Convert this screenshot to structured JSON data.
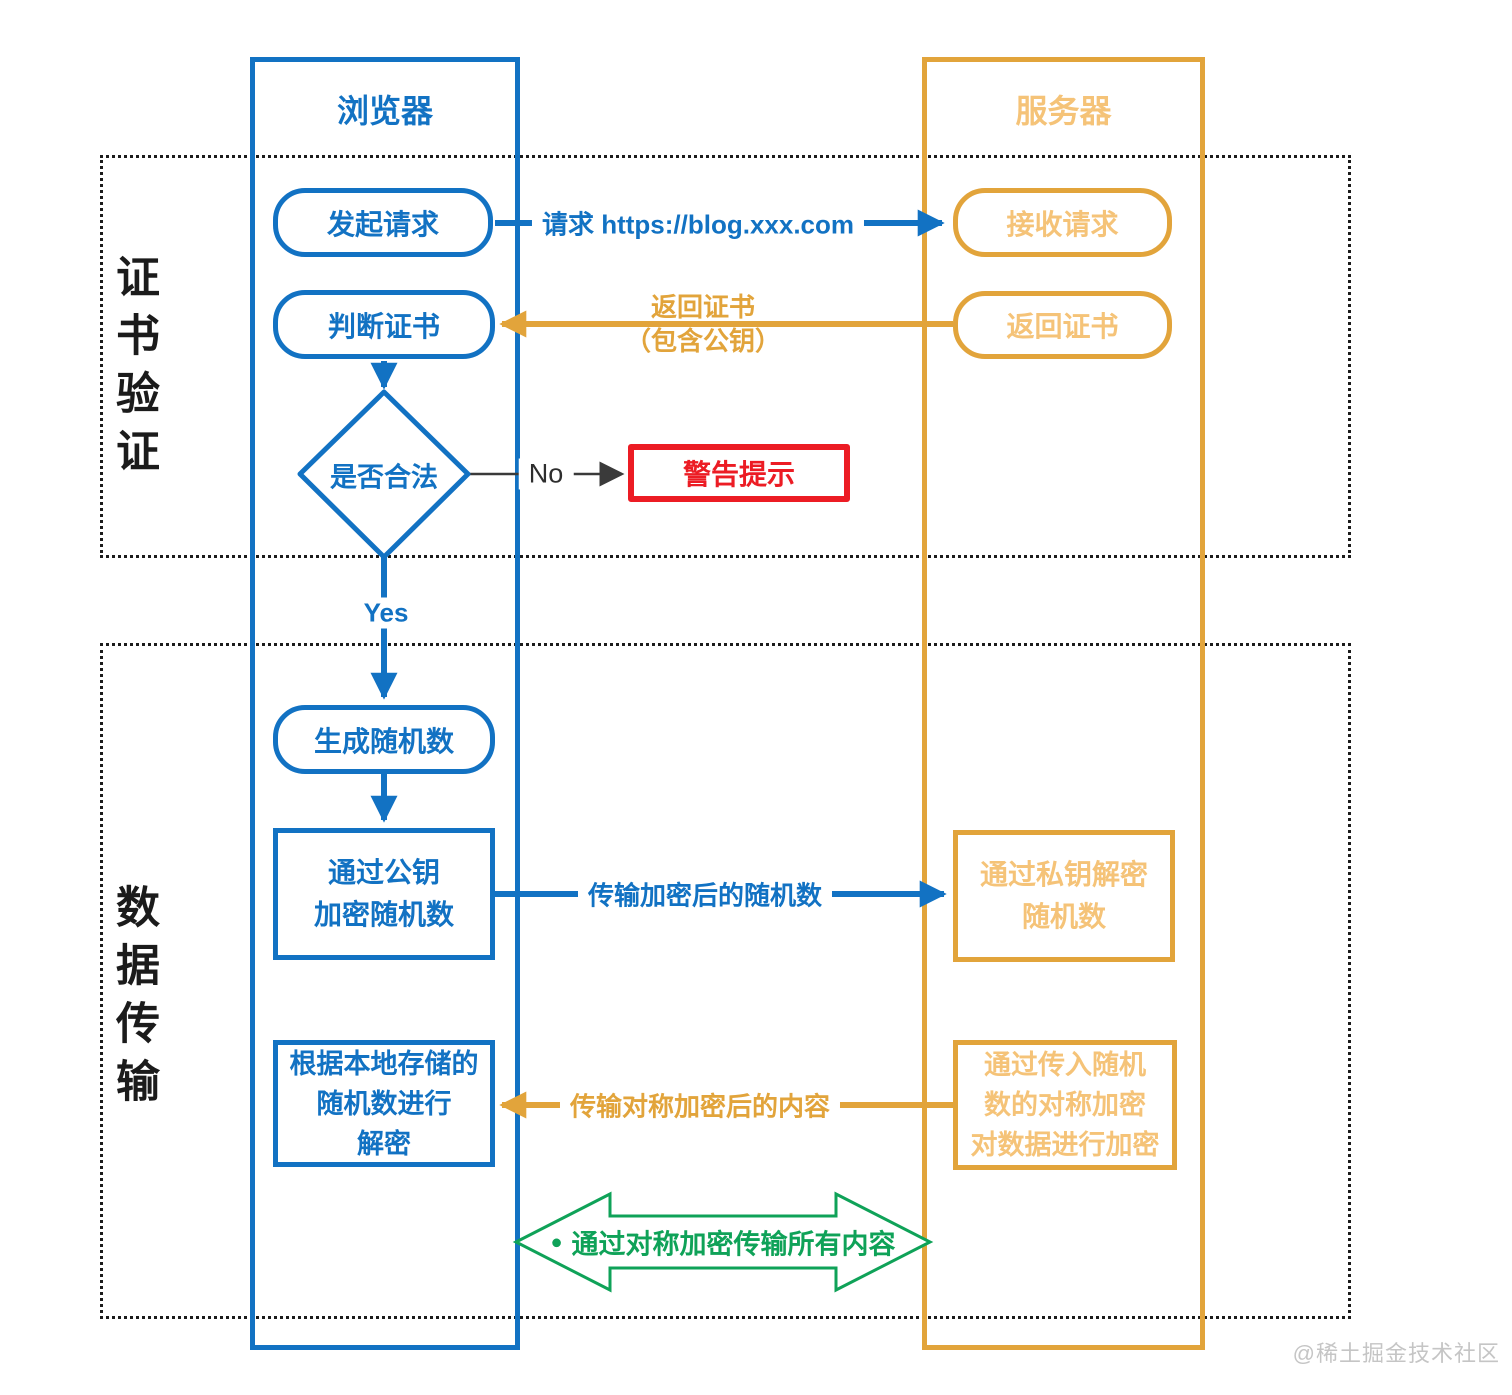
{
  "palette": {
    "blue": "#1272c3",
    "gold": "#e2a43b",
    "gold_light": "#f5c378",
    "red": "#ec1c24",
    "green": "#0fa258",
    "ink": "#1b1b1b",
    "watermark_gray": "#c5c5c5"
  },
  "columns": {
    "browser": {
      "title": "浏览器"
    },
    "server": {
      "title": "服务器"
    }
  },
  "sections": {
    "cert": {
      "label": "证书验证"
    },
    "data": {
      "label": "数据传输"
    }
  },
  "browser_nodes": {
    "initiate": {
      "label": "发起请求"
    },
    "judge": {
      "label": "判断证书"
    },
    "decision": {
      "label": "是否合法"
    },
    "generate": {
      "label": "生成随机数"
    },
    "encrypt": {
      "lines": [
        "通过公钥",
        "加密随机数"
      ]
    },
    "local_decrypt": {
      "lines": [
        "根据本地存储的",
        "随机数进行",
        "解密"
      ]
    }
  },
  "server_nodes": {
    "receive": {
      "label": "接收请求"
    },
    "return_cert": {
      "label": "返回证书"
    },
    "decrypt": {
      "lines": [
        "通过私钥解密",
        "随机数"
      ]
    },
    "sym_encrypt": {
      "lines": [
        "通过传入随机",
        "数的对称加密",
        "对数据进行加密"
      ]
    }
  },
  "warning": {
    "label": "警告提示"
  },
  "edges": {
    "request": {
      "label": "请求 https://blog.xxx.com"
    },
    "return_cert": {
      "lines": [
        "返回证书",
        "（包含公钥）"
      ]
    },
    "no": {
      "label": "No"
    },
    "yes": {
      "label": "Yes"
    },
    "transmit_random": {
      "label": "传输加密后的随机数"
    },
    "transmit_content": {
      "label": "传输对称加密后的内容"
    },
    "banner": {
      "bullet": "●",
      "label": "通过对称加密传输所有内容"
    }
  },
  "watermark": "@稀土掘金技术社区"
}
